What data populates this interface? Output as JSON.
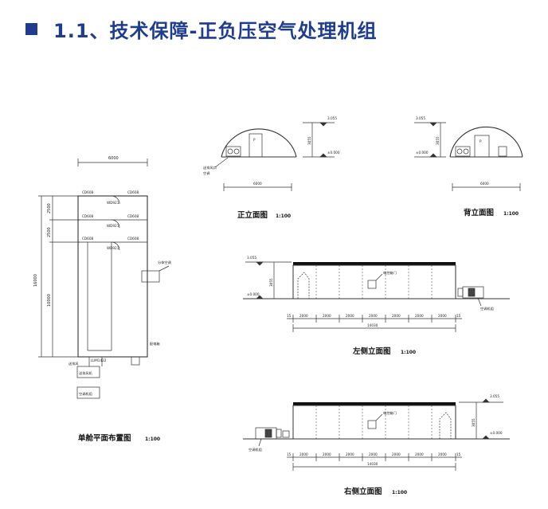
{
  "header": {
    "title": "1.1、技术保障-正负压空气处理机组"
  },
  "floor_plan": {
    "caption": "单舱平面布置图",
    "scale": "1:100",
    "width_dim": "6000",
    "length_dim": "16000",
    "seg_dims": [
      "2500",
      "2500",
      "10000"
    ],
    "doors": [
      "CD608",
      "CD608",
      "CD608",
      "CD608",
      "CD608",
      "CD608"
    ],
    "windows": [
      "WD921",
      "WD921",
      "WD921"
    ],
    "bottom_door": "LUM1422",
    "unit_label_1": "送排风机",
    "unit_label_2": "空调机组",
    "side_label": "分体空调",
    "corner_label": "配电箱",
    "left_note": "送排风",
    "right_note": "配电箱"
  },
  "front_elevation": {
    "caption": "正立面图",
    "scale": "1:100",
    "width_dim": "6000",
    "top_level": "3.055",
    "ground_level": "±0.000",
    "height_dim": "3055",
    "unit_label_1": "送排风口",
    "unit_label_2": "空调",
    "door_mark": "P"
  },
  "back_elevation": {
    "caption": "背立面图",
    "scale": "1:100",
    "width_dim": "6000",
    "top_level": "3.055",
    "ground_level": "±0.000",
    "height_dim": "3055",
    "door_mark": "P"
  },
  "left_elevation": {
    "caption": "左侧立面图",
    "scale": "1:100",
    "top_level": "3.055",
    "ground_level": "±0.000",
    "height_dim": "3055",
    "seg_dims": [
      "15",
      "2000",
      "2000",
      "2000",
      "2000",
      "2000",
      "2000",
      "2000",
      "15"
    ],
    "total_dim": "14030",
    "unit_label": "空调机组",
    "panel_label": "电控箱门"
  },
  "right_elevation": {
    "caption": "右侧立面图",
    "scale": "1:100",
    "top_level": "3.055",
    "ground_level": "±0.000",
    "height_dim": "3055",
    "seg_dims": [
      "15",
      "2000",
      "2000",
      "2000",
      "2000",
      "2000",
      "2000",
      "2000",
      "15"
    ],
    "total_dim": "14030",
    "unit_label": "空调机组",
    "panel_label": "电控箱门"
  }
}
